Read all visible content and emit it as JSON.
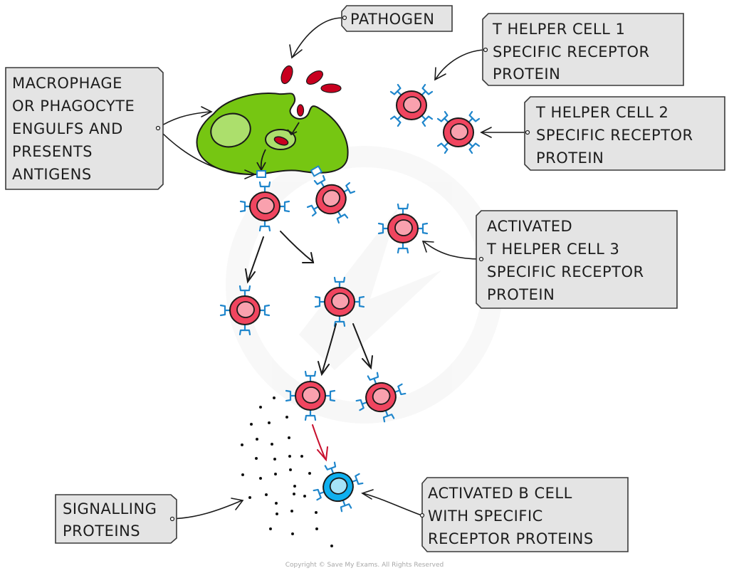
{
  "title": "T cell activation and clonal selection",
  "colors": {
    "macrophage": "#76c612",
    "macrophage_nucleus": "#acdf6c",
    "pathogen": "#c8001f",
    "t_cell_outer": "#f0455f",
    "t_cell_inner": "#f9a1ae",
    "b_cell_outer": "#0fb0ef",
    "b_cell_inner": "#a5e3f8",
    "receptor": "#1f86cc",
    "label_fill": "#e4e4e4",
    "label_stroke": "#3a3a3a",
    "activation_arrow": "#c8102e"
  },
  "labels": {
    "pathogen": [
      "PATHOGEN"
    ],
    "macrophage": [
      "MACROPHAGE",
      "OR PHAGOCYTE",
      "ENGULFS AND",
      "PRESENTS",
      "ANTIGENS"
    ],
    "th1": [
      "T  HELPER  CELL 1",
      "SPECIFIC  RECEPTOR",
      "PROTEIN"
    ],
    "th2": [
      "T  HELPER  CELL 2",
      "SPECIFIC  RECEPTOR",
      "PROTEIN"
    ],
    "th3": [
      "ACTIVATED",
      "T  HELPER  CELL 3",
      "SPECIFIC  RECEPTOR",
      "PROTEIN"
    ],
    "b_cell": [
      "ACTIVATED  B  CELL",
      "WITH  SPECIFIC",
      "RECEPTOR  PROTEINS"
    ],
    "signalling": [
      "SIGNALLING",
      "PROTEINS"
    ]
  },
  "copyright": "Copyright © Save My Exams. All Rights Reserved"
}
